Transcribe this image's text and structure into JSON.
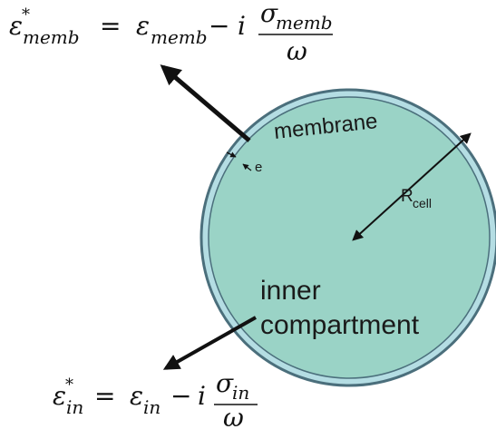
{
  "figure": {
    "colors": {
      "cell_fill": "#9ad3c6",
      "cell_stroke": "#4b6f7c",
      "membrane_fill": "#b4dde3",
      "arrow": "#111111"
    },
    "formula_membrane": {
      "eps": "ε",
      "star": "*",
      "sub": "memb",
      "equals": "=",
      "minus": "−",
      "i": "i",
      "sigma": "σ",
      "omega": "ω"
    },
    "formula_inner": {
      "eps": "ε",
      "star": "*",
      "sub": "in",
      "equals": "=",
      "minus": "−",
      "i": "i",
      "sigma": "σ",
      "omega": "ω"
    },
    "labels": {
      "membrane": "membrane",
      "thickness": "e",
      "radius_main": "R",
      "radius_sub": "cell",
      "inner_line1": "inner",
      "inner_line2": "compartment"
    }
  }
}
